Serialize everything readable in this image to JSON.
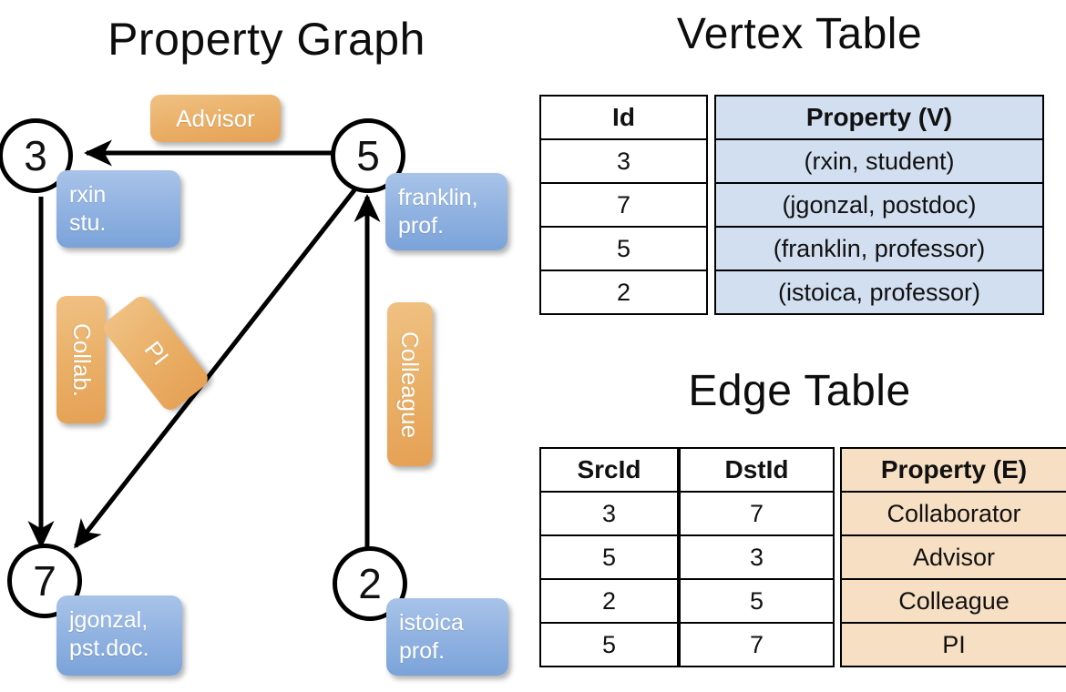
{
  "titles": {
    "property_graph": "Property Graph",
    "vertex_table": "Vertex Table",
    "edge_table": "Edge Table"
  },
  "graph": {
    "nodes": [
      {
        "id": "3",
        "property_lines": [
          "rxin",
          "stu."
        ]
      },
      {
        "id": "5",
        "property_lines": [
          "franklin,",
          "prof."
        ]
      },
      {
        "id": "7",
        "property_lines": [
          "jgonzal,",
          "pst.doc."
        ]
      },
      {
        "id": "2",
        "property_lines": [
          "istoica",
          "prof."
        ]
      }
    ],
    "edge_labels": [
      {
        "name": "advisor",
        "text": "Advisor",
        "orientation": "horizontal"
      },
      {
        "name": "collab",
        "text": "Collab.",
        "orientation": "vertical"
      },
      {
        "name": "pi",
        "text": "PI",
        "orientation": "diagonal"
      },
      {
        "name": "colleague",
        "text": "Colleague",
        "orientation": "vertical"
      }
    ],
    "edges": [
      {
        "from": "5",
        "to": "3",
        "label": "Advisor"
      },
      {
        "from": "3",
        "to": "7",
        "label": "Collab."
      },
      {
        "from": "5",
        "to": "7",
        "label": "PI"
      },
      {
        "from": "2",
        "to": "5",
        "label": "Colleague"
      }
    ]
  },
  "vertex_table": {
    "headers": [
      "Id",
      "Property (V)"
    ],
    "rows": [
      {
        "id": "3",
        "property": "(rxin, student)"
      },
      {
        "id": "7",
        "property": "(jgonzal, postdoc)"
      },
      {
        "id": "5",
        "property": "(franklin, professor)"
      },
      {
        "id": "2",
        "property": "(istoica, professor)"
      }
    ]
  },
  "edge_table": {
    "headers": [
      "SrcId",
      "DstId",
      "Property (E)"
    ],
    "rows": [
      {
        "src": "3",
        "dst": "7",
        "property": "Collaborator"
      },
      {
        "src": "5",
        "dst": "3",
        "property": "Advisor"
      },
      {
        "src": "2",
        "dst": "5",
        "property": "Colleague"
      },
      {
        "src": "5",
        "dst": "7",
        "property": "PI"
      }
    ]
  },
  "colors": {
    "vertex_property_fill": "#d2dff0",
    "edge_property_fill": "#f7dfc3",
    "node_box_blue": "#93b4e2",
    "edge_label_orange": "#eab068",
    "border": "#000000"
  }
}
